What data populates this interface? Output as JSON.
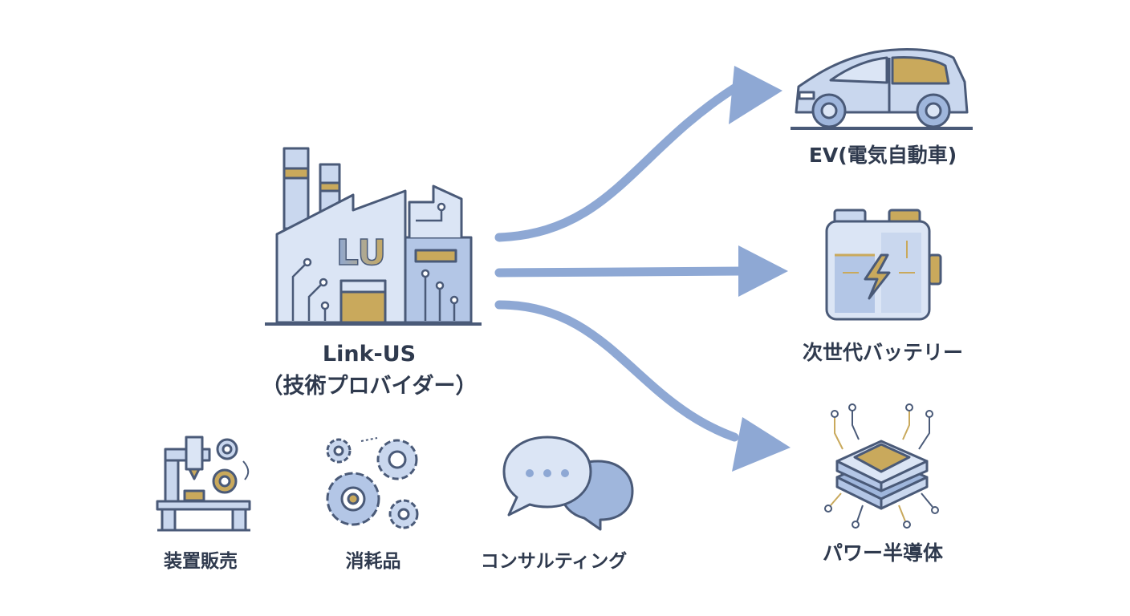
{
  "provider": {
    "name": "Link-US",
    "role": "（技術プロバイダー）",
    "logo_text": "LU"
  },
  "targets": [
    {
      "label": "EV(電気自動車)",
      "icon": "ev-car-icon"
    },
    {
      "label": "次世代バッテリー",
      "icon": "battery-icon"
    },
    {
      "label": "パワー半導体",
      "icon": "semiconductor-chip-icon"
    }
  ],
  "services": [
    {
      "label": "装置販売",
      "icon": "machine-equipment-icon"
    },
    {
      "label": "消耗品",
      "icon": "gears-icon"
    },
    {
      "label": "コンサルティング",
      "icon": "chat-bubbles-icon"
    }
  ],
  "colors": {
    "line": "#4a5a78",
    "fill": "#c9d7ee",
    "fill_dark": "#9fb6dc",
    "accent": "#c9a95c",
    "arrow": "#8ea8d4"
  }
}
